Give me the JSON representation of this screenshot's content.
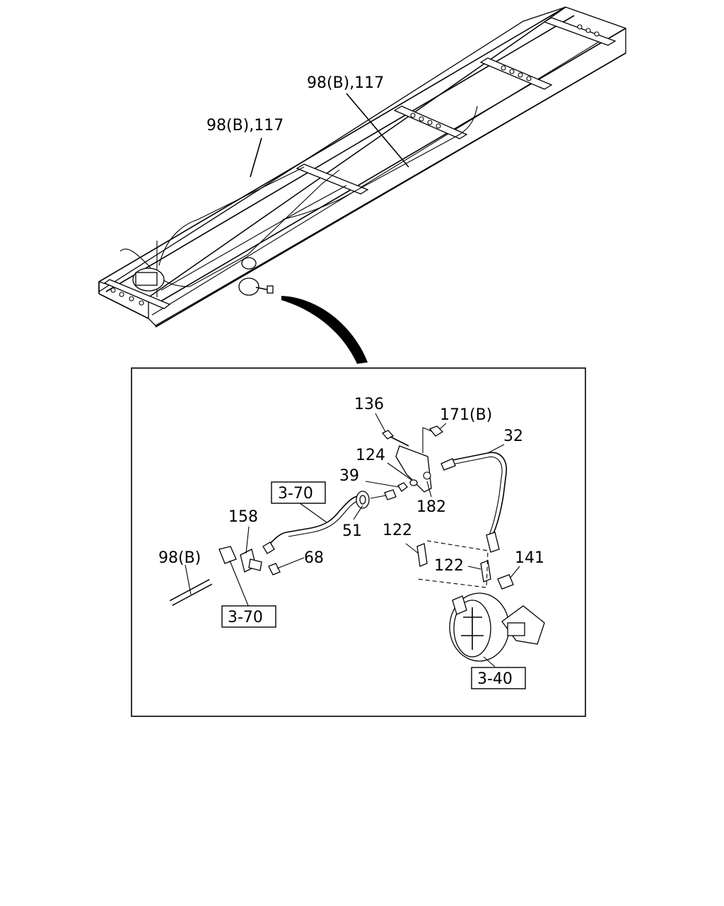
{
  "frame_callouts": {
    "rail_right": "98(B),117",
    "rail_left": "98(B),117"
  },
  "detail_callouts": {
    "p136": "136",
    "p171b": "171(B)",
    "p32": "32",
    "p124": "124",
    "p39": "39",
    "p182": "182",
    "p51": "51",
    "p158": "158",
    "p122_top": "122",
    "p122_mid": "122",
    "p141": "141",
    "p98b": "98(B)",
    "p68": "68"
  },
  "ref_boxes": {
    "ref_top_left": "3-70",
    "ref_bottom_left": "3-70",
    "ref_bottom_right": "3-40"
  }
}
